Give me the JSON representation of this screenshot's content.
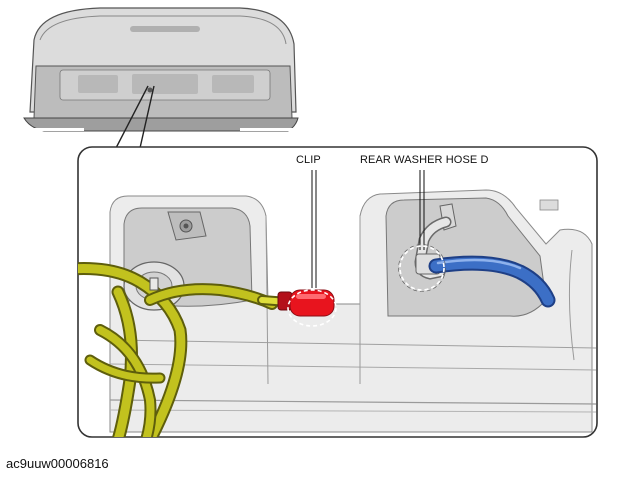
{
  "labels": {
    "clip": "CLIP",
    "rear_washer_hose": "REAR WASHER HOSE D"
  },
  "figure_id": "ac9uuw00006816",
  "colors": {
    "clip": "#e8141e",
    "washer_hose": "#3c6fc6",
    "harness": "#c2c21e",
    "panel": "#d2d2d2",
    "panel_light": "#ececec",
    "frame_border": "#333333"
  },
  "icons": {
    "clip_marker": "dashed-circle",
    "hose_marker": "dashed-circle"
  }
}
